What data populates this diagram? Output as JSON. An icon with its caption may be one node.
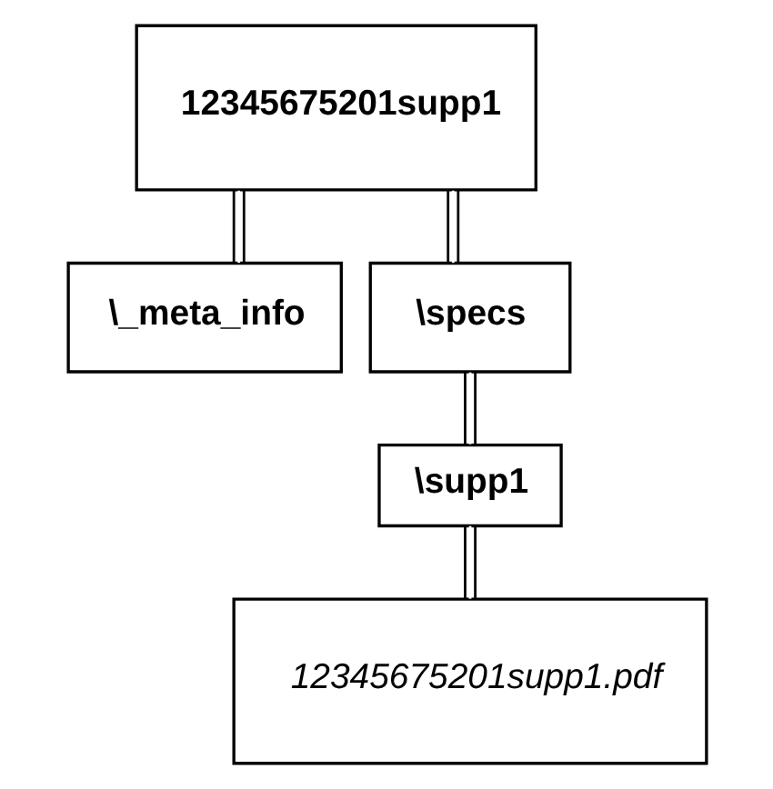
{
  "diagram": {
    "nodes": [
      {
        "text": [
          "12345675201supp1"
        ]
      },
      {
        "text": [
          "\\_meta_info"
        ]
      },
      {
        "text": [
          "\\specs"
        ]
      },
      {
        "text": [
          "\\supp1"
        ]
      },
      {
        "text": [
          "12345675201supp1.pdf"
        ]
      }
    ],
    "edges": [
      {
        "from": 0,
        "to": 1,
        "arrow": "none"
      },
      {
        "from": 0,
        "to": 2,
        "arrow": "none"
      },
      {
        "from": 2,
        "to": 3,
        "arrow": "none"
      },
      {
        "from": 3,
        "to": 4,
        "arrow": "none"
      }
    ]
  }
}
